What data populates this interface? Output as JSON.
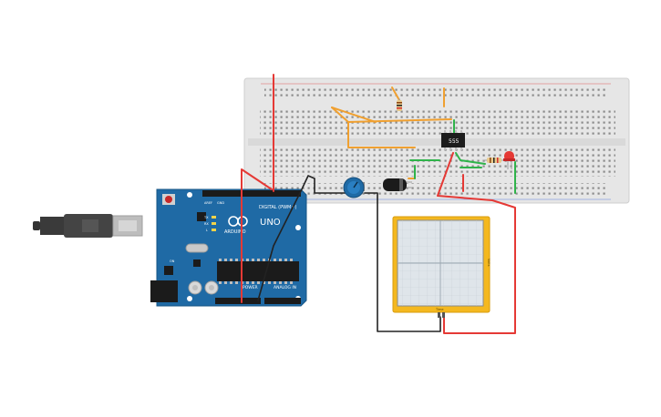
{
  "arduino": {
    "logo_text": "ARDUINO",
    "model_text": "UNO",
    "digital_label": "DIGITAL (PWM~)",
    "power_label": "POWER",
    "analog_label": "ANALOG IN",
    "tx_label": "TX",
    "rx_label": "RX",
    "l_label": "L",
    "on_label": "ON",
    "aref_label": "AREF",
    "gnd_label": "GND"
  },
  "ic": {
    "label": "555"
  },
  "oscilloscope": {
    "x_label": "Time",
    "y_label": "Volts"
  },
  "colors": {
    "board_blue": "#1f6aa5",
    "breadboard": "#e4e4e4",
    "wire_red": "#e53935",
    "wire_orange": "#f0a030",
    "wire_green": "#2fb34a",
    "wire_black": "#222222",
    "scope_frame": "#f4b81f"
  }
}
